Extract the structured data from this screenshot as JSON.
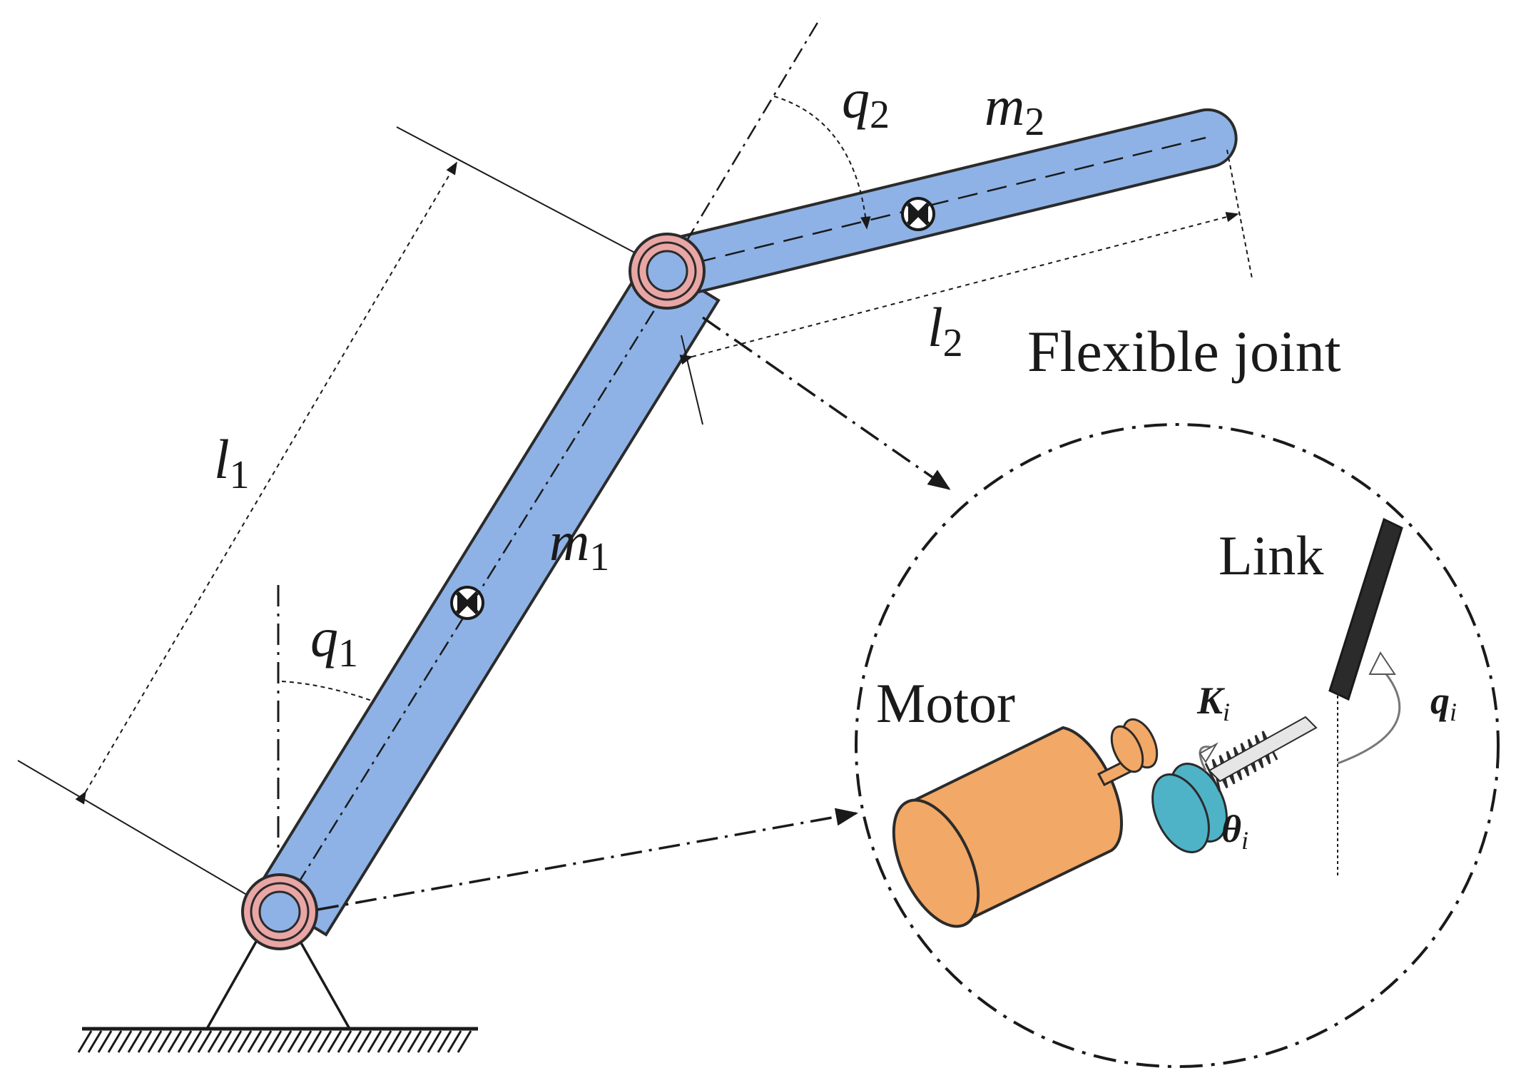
{
  "colors": {
    "link_fill": "#8eb2e6",
    "link_stroke": "#2b2b2b",
    "joint_ring": "#e9a6a4",
    "motor_fill": "#f2a866",
    "gear_fill": "#4fb3c7",
    "ground": "#2b2b2b"
  },
  "labels": {
    "l1": {
      "sym": "l",
      "sub": "1"
    },
    "l2": {
      "sym": "l",
      "sub": "2"
    },
    "m1": {
      "sym": "m",
      "sub": "1"
    },
    "m2": {
      "sym": "m",
      "sub": "2"
    },
    "q1": {
      "sym": "q",
      "sub": "1"
    },
    "q2": {
      "sym": "q",
      "sub": "2"
    },
    "flexible_joint": "Flexible joint",
    "link": "Link",
    "motor": "Motor",
    "K": {
      "sym": "K",
      "sub": "i"
    },
    "theta": {
      "sym": "θ",
      "sub": "i"
    },
    "q": {
      "sym": "q",
      "sub": "i"
    }
  }
}
